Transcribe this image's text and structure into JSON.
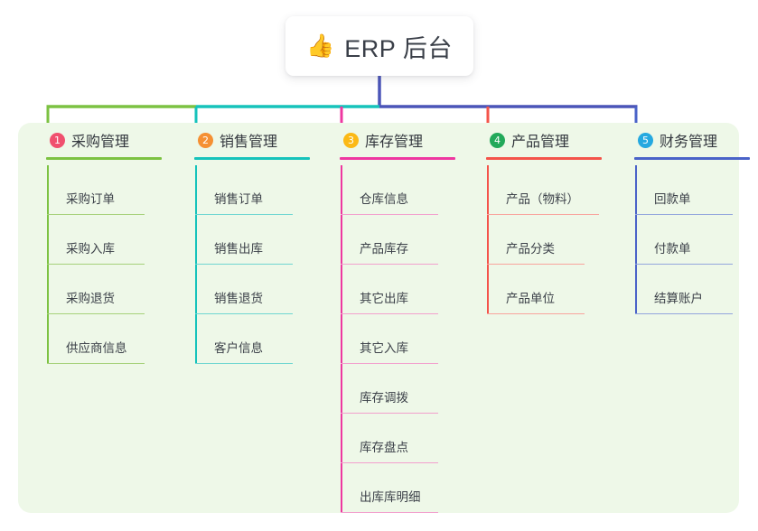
{
  "root": {
    "icon": "thumbs-up-icon",
    "emoji": "👍",
    "title": "ERP 后台"
  },
  "theme": {
    "panel_bg": "#eef8e8",
    "page_bg": "#ffffff",
    "text": "#33373e",
    "trunk": "#4b55b8"
  },
  "columns": [
    {
      "number": "1",
      "title": "采购管理",
      "badge_color": "#f0506e",
      "line_color": "#7cc242",
      "leaf_line_color": "#a6d17a",
      "items": [
        {
          "label": "采购订单"
        },
        {
          "label": "采购入库"
        },
        {
          "label": "采购退货"
        },
        {
          "label": "供应商信息"
        }
      ]
    },
    {
      "number": "2",
      "title": "销售管理",
      "badge_color": "#f59033",
      "line_color": "#16c3bb",
      "leaf_line_color": "#6fd6d1",
      "items": [
        {
          "label": "销售订单"
        },
        {
          "label": "销售出库"
        },
        {
          "label": "销售退货"
        },
        {
          "label": "客户信息"
        }
      ]
    },
    {
      "number": "3",
      "title": "库存管理",
      "badge_color": "#fbb916",
      "line_color": "#ee37a0",
      "leaf_line_color": "#f2a0cd",
      "items": [
        {
          "label": "仓库信息"
        },
        {
          "label": "产品库存"
        },
        {
          "label": "其它出库"
        },
        {
          "label": "其它入库"
        },
        {
          "label": "库存调拨"
        },
        {
          "label": "库存盘点"
        },
        {
          "label": "出库库明细"
        }
      ]
    },
    {
      "number": "4",
      "title": "产品管理",
      "badge_color": "#22a95a",
      "line_color": "#f4544a",
      "leaf_line_color": "#f8a49d",
      "items": [
        {
          "label": "产品（物料）",
          "wide": true
        },
        {
          "label": "产品分类"
        },
        {
          "label": "产品单位"
        }
      ]
    },
    {
      "number": "5",
      "title": "财务管理",
      "badge_color": "#25a9e0",
      "line_color": "#4a63c8",
      "leaf_line_color": "#93a6dd",
      "items": [
        {
          "label": "回款单"
        },
        {
          "label": "付款单"
        },
        {
          "label": "结算账户"
        }
      ]
    }
  ]
}
